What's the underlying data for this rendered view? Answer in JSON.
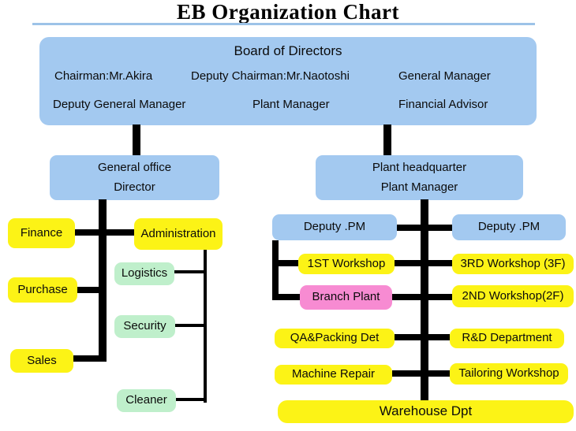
{
  "title": "EB Organization Chart",
  "colors": {
    "blue": "#a3c9f0",
    "yellow": "#fcf316",
    "green": "#bfefcb",
    "pink": "#f78bd2",
    "line_blue": "#9dc3e8",
    "connector": "#000000"
  },
  "board": {
    "title": "Board of Directors",
    "chairman": "Chairman:Mr.Akira",
    "deputy_chairman": "Deputy Chairman:Mr.Naotoshi",
    "general_manager": "General Manager",
    "deputy_general_manager": "Deputy General Manager",
    "plant_manager": "Plant Manager",
    "financial_advisor": "Financial Advisor"
  },
  "general_office": {
    "line1": "General office",
    "line2": "Director"
  },
  "plant_headquarter": {
    "line1": "Plant headquarter",
    "line2": "Plant Manager"
  },
  "left": {
    "finance": "Finance",
    "purchase": "Purchase",
    "sales": "Sales",
    "administration": "Administration",
    "logistics": "Logistics",
    "security": "Security",
    "cleaner": "Cleaner"
  },
  "right": {
    "deputy_pm_left": "Deputy .PM",
    "deputy_pm_right": "Deputy .PM",
    "workshop_1st": "1ST Workshop",
    "workshop_3rd": "3RD Workshop (3F)",
    "branch_plant": "Branch Plant",
    "workshop_2nd": "2ND Workshop(2F)",
    "qa_packing": "QA&Packing Det",
    "rd_department": "R&D Department",
    "machine_repair": "Machine Repair",
    "tailoring_workshop": "Tailoring Workshop",
    "warehouse": "Warehouse Dpt"
  }
}
